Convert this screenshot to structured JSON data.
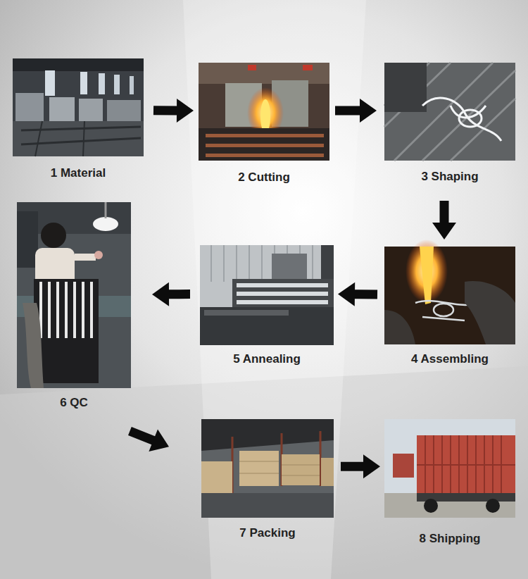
{
  "diagram": {
    "nodes": [
      {
        "text": [
          "1 Material"
        ]
      },
      {
        "text": [
          "2 Cutting"
        ]
      },
      {
        "text": [
          "3 Shaping"
        ]
      },
      {
        "text": [
          "4 Assembling"
        ]
      },
      {
        "text": [
          "5 Annealing"
        ]
      },
      {
        "text": [
          "6 QC"
        ]
      },
      {
        "text": [
          "7 Packing"
        ]
      },
      {
        "text": [
          "8 Shipping"
        ]
      }
    ],
    "edges": [
      {
        "from": 0,
        "to": 1,
        "arrow": "to"
      },
      {
        "from": 1,
        "to": 2,
        "arrow": "to"
      },
      {
        "from": 2,
        "to": 3,
        "arrow": "to"
      },
      {
        "from": 3,
        "to": 4,
        "arrow": "to"
      },
      {
        "from": 4,
        "to": 5,
        "arrow": "to"
      },
      {
        "from": 5,
        "to": 6,
        "arrow": "to"
      },
      {
        "from": 6,
        "to": 7,
        "arrow": "to"
      }
    ]
  }
}
